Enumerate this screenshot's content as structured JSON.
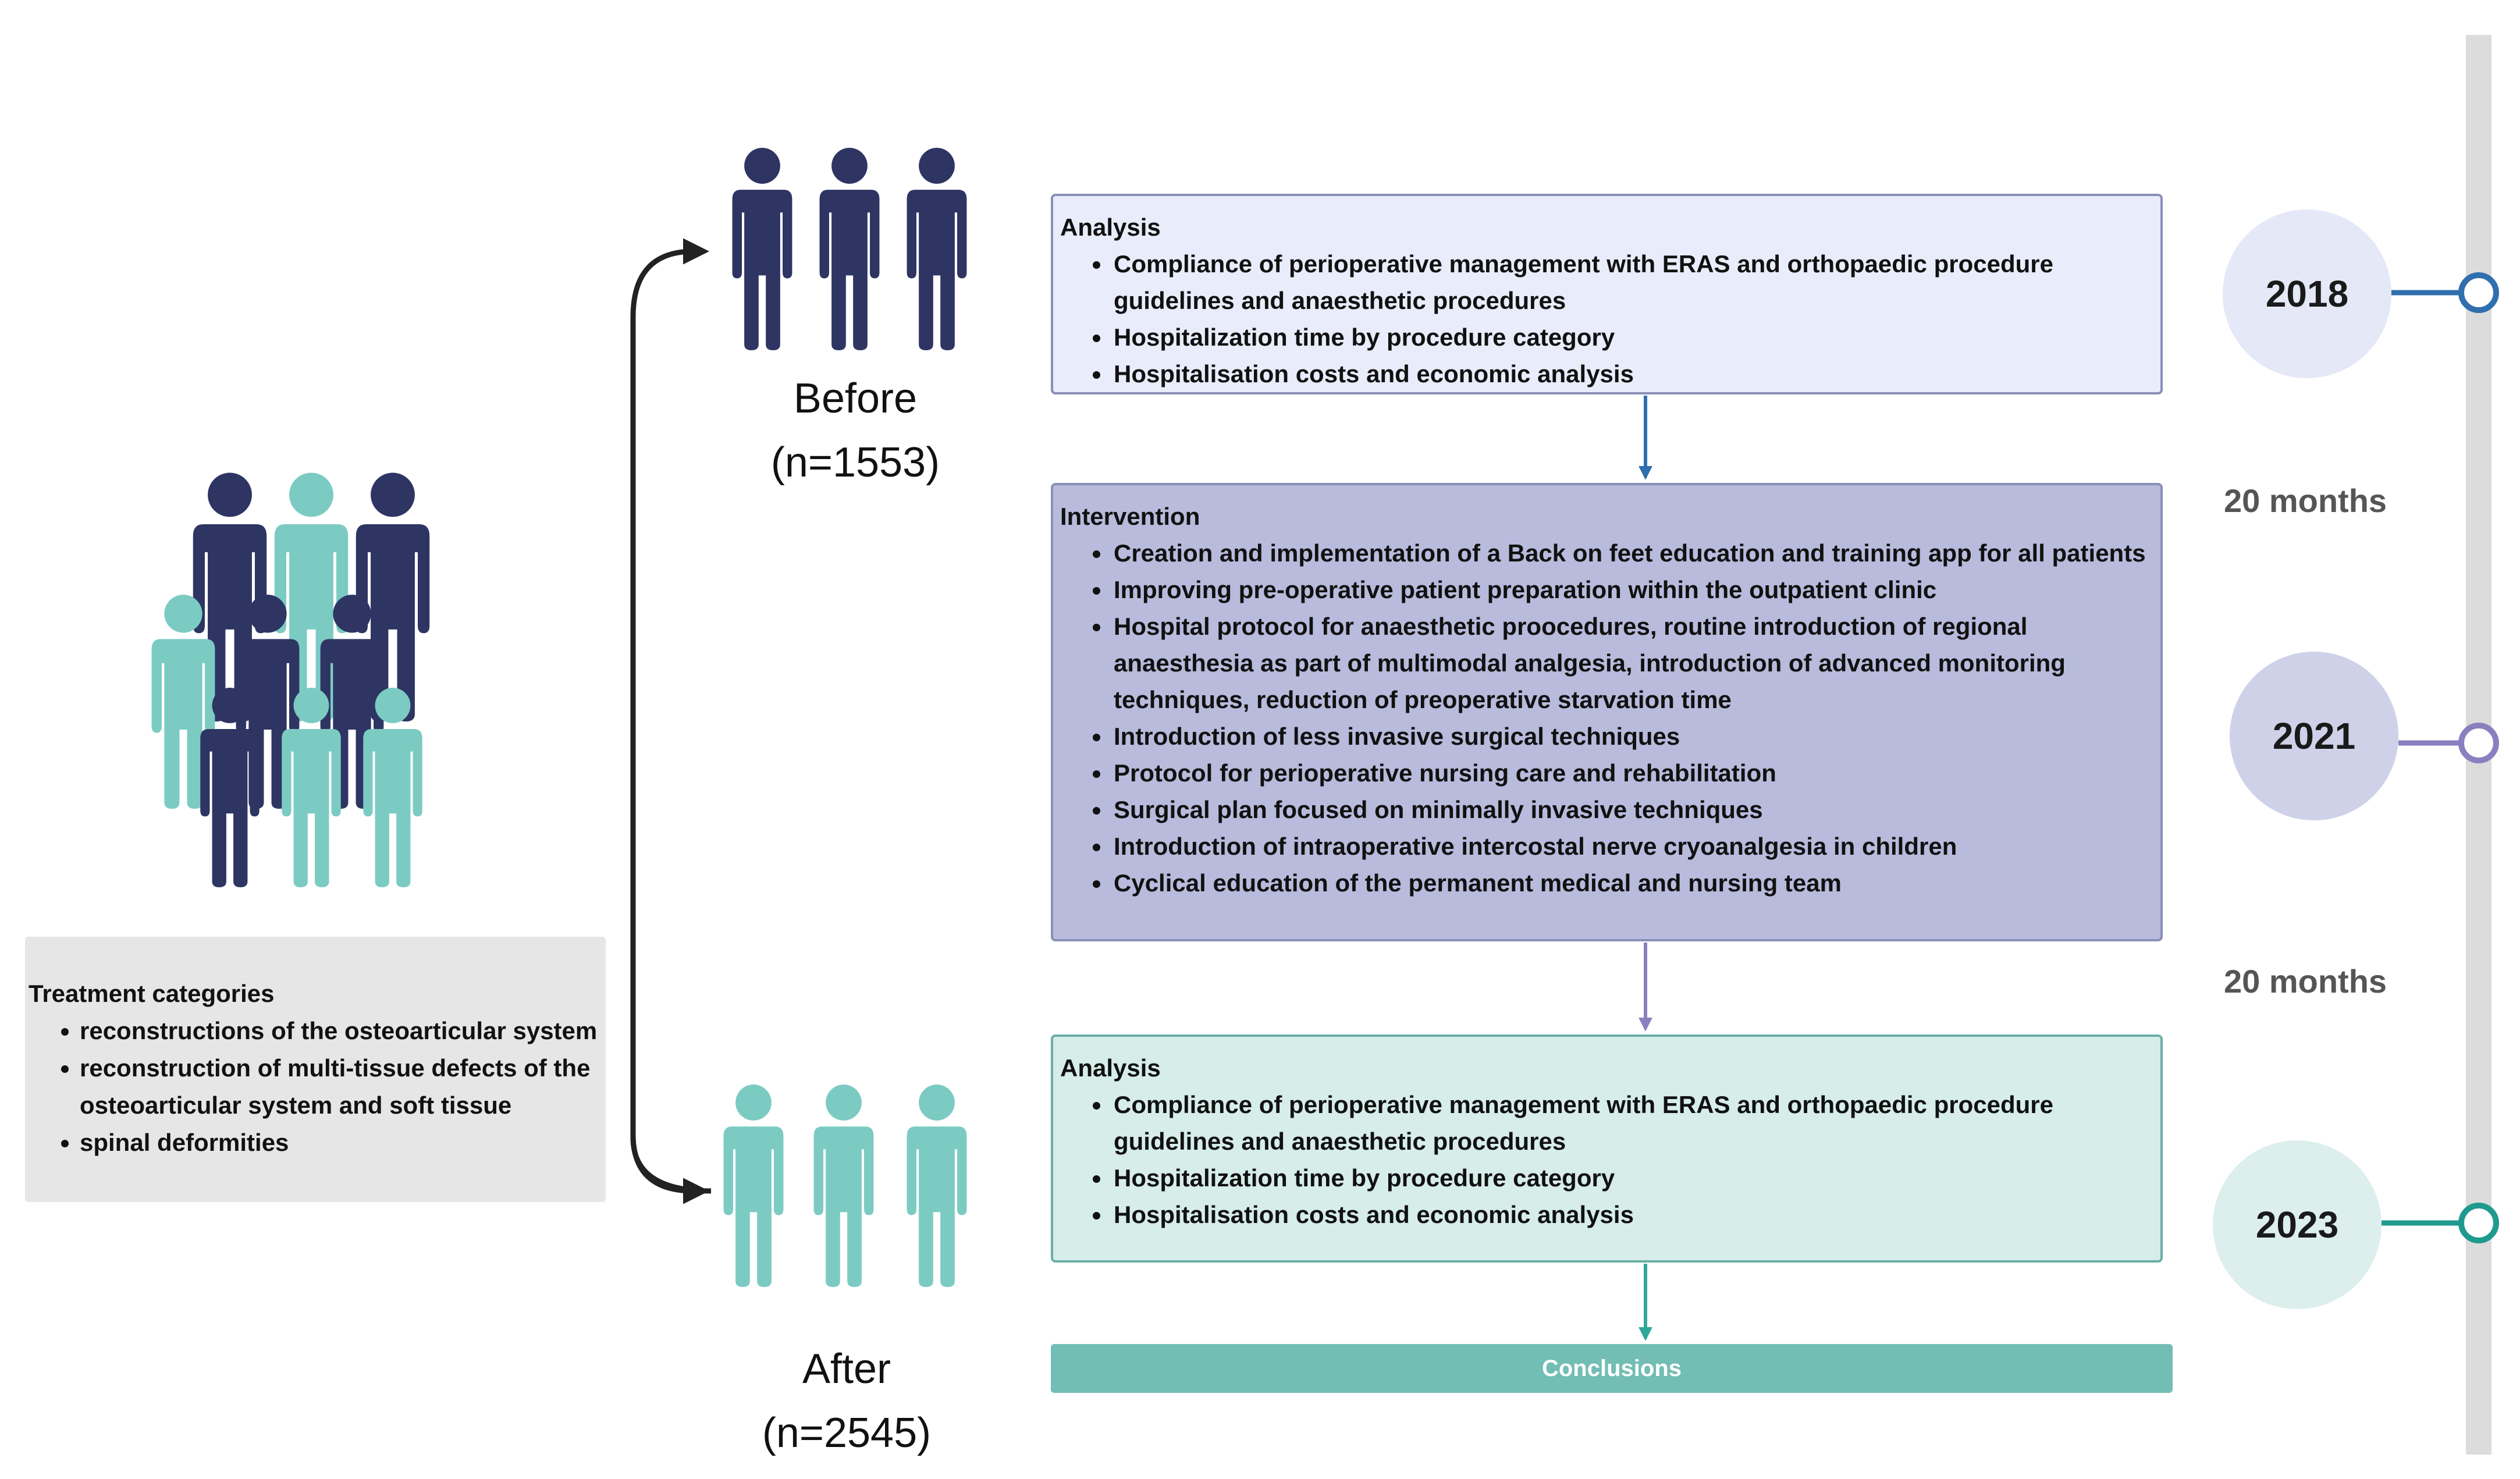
{
  "before_cohort": {
    "label": "Before",
    "count": "(n=1553)"
  },
  "after_cohort": {
    "label": "After",
    "count": "(n=2545)"
  },
  "treatment_categories": {
    "title": "Treatment categories",
    "items": [
      "reconstructions of the osteoarticular system",
      "reconstruction of multi-tissue defects of the osteoarticular system and soft tissue",
      "spinal deformities"
    ]
  },
  "analysis_top": {
    "title": "Analysis",
    "items": [
      "Compliance of perioperative management with ERAS and orthopaedic procedure guidelines and anaesthetic procedures",
      "Hospitalization time by procedure category",
      "Hospitalisation costs and economic analysis"
    ]
  },
  "intervention": {
    "title": "Intervention",
    "items": [
      "Creation and implementation of a Back on feet education and training app for all patients",
      "Improving pre-operative patient preparation within the outpatient clinic",
      "Hospital protocol for anaesthetic proocedures, routine introduction of regional anaesthesia as part of multimodal analgesia, introduction of advanced monitoring techniques, reduction of preoperative starvation time",
      "Introduction of less invasive surgical techniques",
      "Protocol for perioperative nursing care and rehabilitation",
      "Surgical plan focused on minimally invasive techniques",
      "Introduction of intraoperative intercostal nerve cryoanalgesia in children",
      "Cyclical education of the permanent medical and nursing team"
    ]
  },
  "analysis_bottom": {
    "title": "Analysis",
    "items": [
      "Compliance of perioperative management with ERAS and orthopaedic procedure guidelines and anaesthetic procedures",
      "Hospitalization time by procedure category",
      "Hospitalisation costs and economic analysis"
    ]
  },
  "conclusions": "Conclusions",
  "timeline": {
    "years": [
      "2018",
      "2021",
      "2023"
    ],
    "durations": [
      "20 months",
      "20 months"
    ]
  },
  "colors": {
    "navy": "#2e3563",
    "teal": "#7ccbc3",
    "blue_accent": "#2f6fad",
    "purple_accent": "#8a7fbf",
    "teal_accent": "#1f9a8e"
  }
}
